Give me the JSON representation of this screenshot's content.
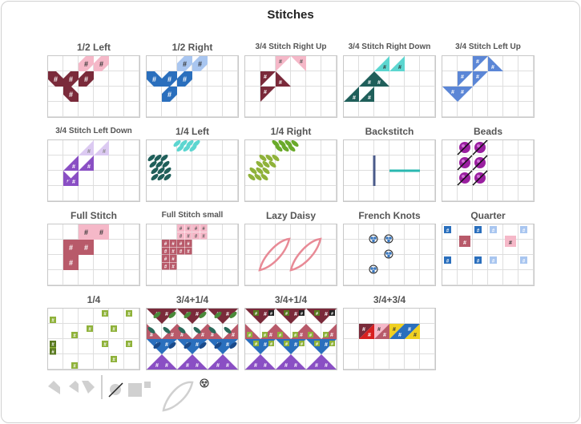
{
  "title": "Stitches",
  "stitches": [
    {
      "id": "half-left",
      "label": "1/2 Left"
    },
    {
      "id": "half-right",
      "label": "1/2 Right"
    },
    {
      "id": "three-quarter-right-up",
      "label": "3/4 Stitch Right Up"
    },
    {
      "id": "three-quarter-right-down",
      "label": "3/4 Stitch Right Down"
    },
    {
      "id": "three-quarter-left-up",
      "label": "3/4 Stitch Left Up"
    },
    {
      "id": "three-quarter-left-down",
      "label": "3/4 Stitch Left Down"
    },
    {
      "id": "quarter-left",
      "label": "1/4 Left"
    },
    {
      "id": "quarter-right",
      "label": "1/4 Right"
    },
    {
      "id": "backstitch",
      "label": "Backstitch"
    },
    {
      "id": "beads",
      "label": "Beads"
    },
    {
      "id": "full-stitch",
      "label": "Full Stitch"
    },
    {
      "id": "full-stitch-small",
      "label": "Full Stitch small"
    },
    {
      "id": "lazy-daisy",
      "label": "Lazy Daisy"
    },
    {
      "id": "french-knots",
      "label": "French Knots"
    },
    {
      "id": "quarter",
      "label": "Quarter"
    },
    {
      "id": "one-quarter",
      "label": "1/4"
    },
    {
      "id": "three-quarter-plus-quarter-a",
      "label": "3/4+1/4"
    },
    {
      "id": "three-quarter-plus-quarter-b",
      "label": "3/4+1/4"
    },
    {
      "id": "three-quarter-plus-three-quarter",
      "label": "3/4+3/4"
    }
  ],
  "symbol": "#",
  "colors": {
    "wine": "#7a2a3a",
    "pink": "#f5b8c8",
    "blue": "#2a6fbd",
    "lightblue": "#a9c6f0",
    "teal": "#1f5f5a",
    "cyan": "#5cd6d0",
    "cornflower": "#5b86d6",
    "purple": "#8a4fc4",
    "lavender": "#dccaf2",
    "olive": "#8fb23a",
    "bead": "#9a1fa0",
    "rose": "#b85a6a",
    "daisy": "#e88a96",
    "knot": "#3a78c0",
    "backstitch_vertical": "#4a5a8a",
    "backstitch_horizontal": "#2ab8b0",
    "red": "#d82020",
    "yellow": "#f0d020",
    "gray": "#c8c8c8"
  },
  "toolbar_icons": [
    "half-stitch-tool-icon",
    "three-quarter-tool-icon",
    "backstitch-tool-icon",
    "bead-tool-icon",
    "full-stitch-tool-icon",
    "full-stitch-small-tool-icon",
    "lazy-daisy-tool-icon",
    "french-knot-tool-icon"
  ]
}
